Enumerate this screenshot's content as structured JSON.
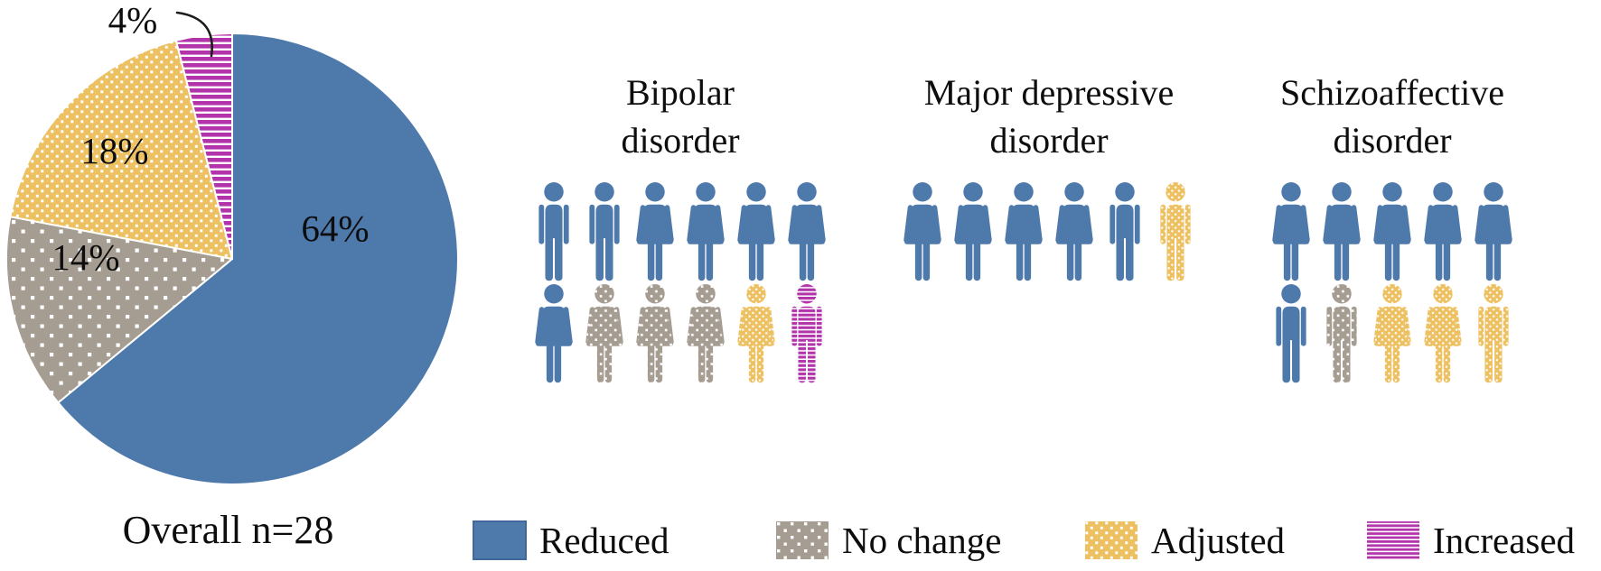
{
  "figure": {
    "background": "#ffffff"
  },
  "colors": {
    "reduced": "#4e79ab",
    "reduced_border": "#41689c",
    "no_change": "#a69d92",
    "adjusted": "#edc161",
    "increased": "#b233aa",
    "pattern_dot": "#ffffff",
    "text": "#0d0d0d"
  },
  "pie": {
    "caption": "Overall n=28",
    "slices": [
      {
        "category": "reduced",
        "legend_label": "Reduced",
        "value_percent": 64,
        "label": "64%"
      },
      {
        "category": "no_change",
        "legend_label": "No change",
        "value_percent": 14,
        "label": "14%"
      },
      {
        "category": "adjusted",
        "legend_label": "Adjusted",
        "value_percent": 18,
        "label": "18%"
      },
      {
        "category": "increased",
        "legend_label": "Increased",
        "value_percent": 4,
        "label": "4%",
        "callout": true
      }
    ]
  },
  "groups": [
    {
      "title_lines": [
        "Bipolar",
        "disorder"
      ],
      "rows": [
        [
          "reduced:m",
          "reduced:m",
          "reduced:f",
          "reduced:f",
          "reduced:f",
          "reduced:f"
        ],
        [
          "reduced:f",
          "no_change:f",
          "no_change:f",
          "no_change:f",
          "adjusted:f",
          "increased:m"
        ]
      ]
    },
    {
      "title_lines": [
        "Major depressive",
        "disorder"
      ],
      "rows": [
        [
          "reduced:f",
          "reduced:f",
          "reduced:f",
          "reduced:f",
          "reduced:m",
          "adjusted:m"
        ]
      ]
    },
    {
      "title_lines": [
        "Schizoaffective",
        "disorder"
      ],
      "rows": [
        [
          "reduced:f",
          "reduced:f",
          "reduced:f",
          "reduced:f",
          "reduced:f"
        ],
        [
          "reduced:m",
          "no_change:m",
          "adjusted:f",
          "adjusted:f",
          "adjusted:m"
        ]
      ]
    }
  ],
  "legend": {
    "items": [
      {
        "label": "Reduced",
        "category": "reduced"
      },
      {
        "label": "No change",
        "category": "no_change"
      },
      {
        "label": "Adjusted",
        "category": "adjusted"
      },
      {
        "label": "Increased",
        "category": "increased"
      }
    ]
  },
  "chart_data": [
    {
      "type": "pie",
      "title": "Overall n=28",
      "labels": [
        "Reduced",
        "No change",
        "Adjusted",
        "Increased"
      ],
      "values": [
        64,
        14,
        18,
        4
      ],
      "unit": "percent",
      "n_total": 28,
      "annotations": [
        "64%",
        "14%",
        "18%",
        "4%"
      ],
      "start_angle_deg": 0,
      "direction": "clockwise",
      "legend_position": "bottom"
    },
    {
      "type": "pictogram",
      "categories": [
        "Reduced",
        "No change",
        "Adjusted",
        "Increased"
      ],
      "groups": [
        {
          "name": "Bipolar disorder",
          "n": 12,
          "counts": {
            "Reduced": 7,
            "No change": 3,
            "Adjusted": 1,
            "Increased": 1
          }
        },
        {
          "name": "Major depressive disorder",
          "n": 6,
          "counts": {
            "Reduced": 5,
            "No change": 0,
            "Adjusted": 1,
            "Increased": 0
          }
        },
        {
          "name": "Schizoaffective disorder",
          "n": 10,
          "counts": {
            "Reduced": 6,
            "No change": 1,
            "Adjusted": 3,
            "Increased": 0
          }
        }
      ]
    }
  ]
}
